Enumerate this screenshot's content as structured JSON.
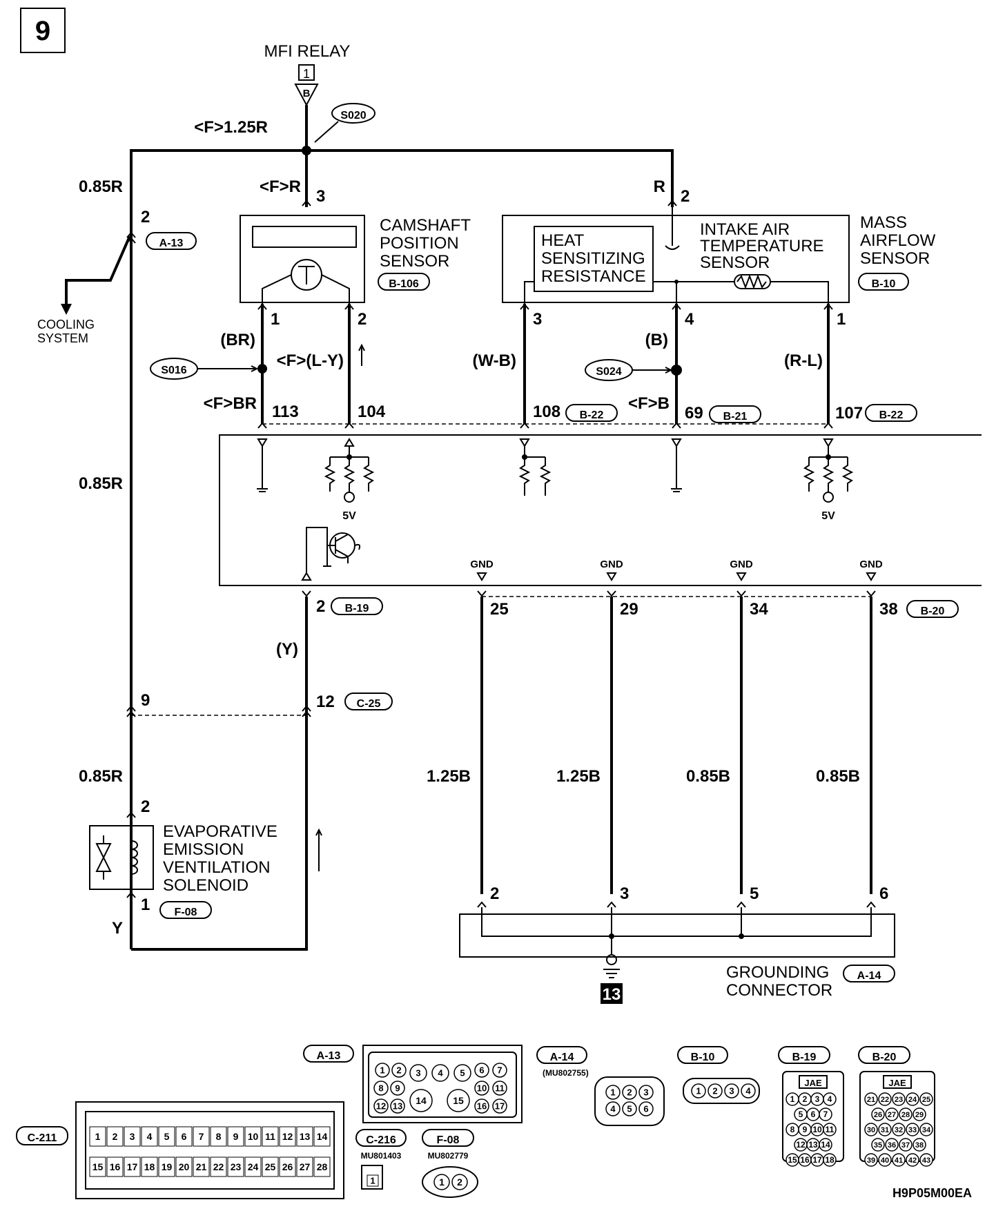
{
  "page": {
    "number": "9",
    "figure_code": "H9P05M00EA",
    "ground_point": "13"
  },
  "relay": {
    "label": "MFI RELAY",
    "terminal": "1",
    "conn": "B",
    "wire": "<F>1.25R",
    "splice": "S020"
  },
  "wires": {
    "main_left": "0.85R",
    "main_left_mid": "0.85R",
    "main_left_low": "0.85R",
    "cam_feed": "<F>R",
    "maf_feed": "R",
    "cam_p1": "(BR)",
    "cam_p2": "<F>(L-Y)",
    "cam_br": "<F>BR",
    "maf_p3": "(W-B)",
    "maf_p4": "(B)",
    "maf_fb": "<F>B",
    "maf_p1": "(R-L)",
    "evap_y": "(Y)",
    "solenoid_y": "Y",
    "gnd25": "1.25B",
    "gnd29": "1.25B",
    "gnd34": "0.85B",
    "gnd38": "0.85B"
  },
  "splices": {
    "s016": "S016",
    "s024": "S024"
  },
  "components": {
    "cam_lines": [
      "CAMSHAFT",
      "POSITION",
      "SENSOR"
    ],
    "cam_conn": "B-106",
    "heat_lines": [
      "HEAT",
      "SENSITIZING",
      "RESISTANCE"
    ],
    "iat_lines": [
      "INTAKE AIR",
      "TEMPERATURE",
      "SENSOR"
    ],
    "maf_lines": [
      "MASS",
      "AIRFLOW",
      "SENSOR"
    ],
    "maf_conn": "B-10",
    "evap_lines": [
      "EVAPORATIVE",
      "EMISSION",
      "VENTILATION",
      "SOLENOID"
    ],
    "evap_conn": "F-08",
    "ground_lines": [
      "GROUNDING",
      "CONNECTOR"
    ],
    "ground_conn": "A-14",
    "cooling_lines": [
      "COOLING",
      "SYSTEM"
    ]
  },
  "connectors": {
    "a13": "A-13",
    "b22": "B-22",
    "b21": "B-21",
    "b19": "B-19",
    "b20": "B-20",
    "c25": "C-25"
  },
  "pins": {
    "a13": "2",
    "cam3": "3",
    "maf2": "2",
    "cam1": "1",
    "cam2": "2",
    "maf3": "3",
    "maf4": "4",
    "maf1": "1",
    "ecu113": "113",
    "ecu104": "104",
    "ecu108": "108",
    "ecu69": "69",
    "ecu107": "107",
    "b19": "2",
    "c25_9": "9",
    "c25_12": "12",
    "evap2": "2",
    "evap1": "1",
    "e25": "25",
    "e29": "29",
    "e34": "34",
    "e38": "38",
    "g2": "2",
    "g3": "3",
    "g5": "5",
    "g6": "6"
  },
  "ecu_labels": {
    "v1": "5V",
    "v2": "5V",
    "gnd": "GND"
  },
  "legend": {
    "a13": "A-13",
    "a14": "A-14",
    "a14_part": "(MU802755)",
    "b10": "B-10",
    "b19": "B-19",
    "b20": "B-20",
    "c211": "C-211",
    "c216": "C-216",
    "c216_part": "MU801403",
    "f08": "F-08",
    "f08_part": "MU802779",
    "jae": "JAE",
    "a13_pins": [
      "1",
      "2",
      "3",
      "4",
      "5",
      "6",
      "7",
      "8",
      "9",
      "10",
      "11",
      "12",
      "13",
      "14",
      "15",
      "16",
      "17"
    ],
    "a14_pins": [
      "1",
      "2",
      "3",
      "4",
      "5",
      "6"
    ],
    "b10_pins": [
      "1",
      "2",
      "3",
      "4"
    ],
    "b19_pins": [
      "1",
      "2",
      "3",
      "4",
      "5",
      "6",
      "7",
      "8",
      "9",
      "10",
      "11",
      "12",
      "13",
      "14",
      "15",
      "16",
      "17",
      "18"
    ],
    "b20_pins": [
      "21",
      "22",
      "23",
      "24",
      "25",
      "26",
      "27",
      "28",
      "29",
      "30",
      "31",
      "32",
      "33",
      "34",
      "35",
      "36",
      "37",
      "38",
      "39",
      "40",
      "41",
      "42",
      "43"
    ],
    "c211_top": [
      "1",
      "2",
      "3",
      "4",
      "5",
      "6",
      "7",
      "8",
      "9",
      "10",
      "11",
      "12",
      "13",
      "14"
    ],
    "c211_bot": [
      "15",
      "16",
      "17",
      "18",
      "19",
      "20",
      "21",
      "22",
      "23",
      "24",
      "25",
      "26",
      "27",
      "28"
    ],
    "c216_pins": [
      "1"
    ],
    "f08_pins": [
      "1",
      "2"
    ]
  }
}
